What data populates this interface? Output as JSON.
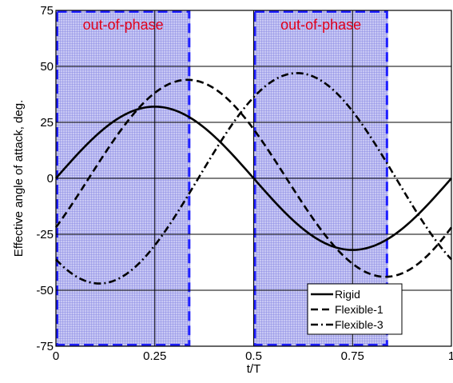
{
  "chart_data": {
    "type": "line",
    "xlabel": "t/T",
    "ylabel": "Effective angle of attack, deg.",
    "xlim": [
      0,
      1
    ],
    "ylim": [
      -75,
      75
    ],
    "xticks": [
      "0",
      "0.25",
      "0.5",
      "0.75",
      "1"
    ],
    "yticks": [
      "75",
      "50",
      "25",
      "0",
      "-25",
      "-50",
      "-75"
    ],
    "grid": true,
    "legend_placement": "bottom-right",
    "regions": [
      {
        "label": "out-of-phase",
        "x0": 0.0,
        "x1": 0.34
      },
      {
        "label": "out-of-phase",
        "x0": 0.5,
        "x1": 0.84
      }
    ],
    "series": [
      {
        "name": "Rigid",
        "style": "solid",
        "amplitude": 32,
        "phase": 0.0,
        "offset": 0
      },
      {
        "name": "Flexible-1",
        "style": "dashed",
        "amplitude": 44,
        "phase": 0.083,
        "offset": 0
      },
      {
        "name": "Flexible-3",
        "style": "dashdot",
        "amplitude": 47,
        "phase": 0.36,
        "offset": 0
      }
    ]
  },
  "colors": {
    "region_fill": "#9a9ae6",
    "region_border": "#1f1fff",
    "region_label": "#e0001a",
    "line": "#000000",
    "grid": "#000000"
  }
}
